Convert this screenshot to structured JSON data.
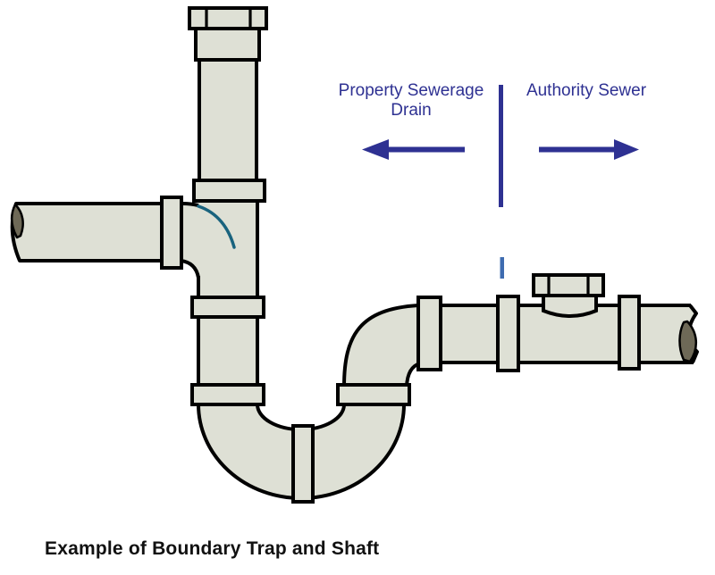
{
  "diagram": {
    "labels": {
      "property_drain_line1": "Property Sewerage",
      "property_drain_line2": "Drain",
      "authority_sewer": "Authority Sewer"
    },
    "caption": "Example of Boundary Trap and Shaft"
  },
  "colors": {
    "background": "#FFFFFF",
    "pipe_fill": "#DEE0D5",
    "pipe_outline": "#000000",
    "label_blue": "#2E3192",
    "boundary_dash_blue": "#3E6CB0",
    "flow_curve_teal": "#19637E",
    "pipe_cut_end": "#6E6957",
    "caption_black": "#111111"
  }
}
